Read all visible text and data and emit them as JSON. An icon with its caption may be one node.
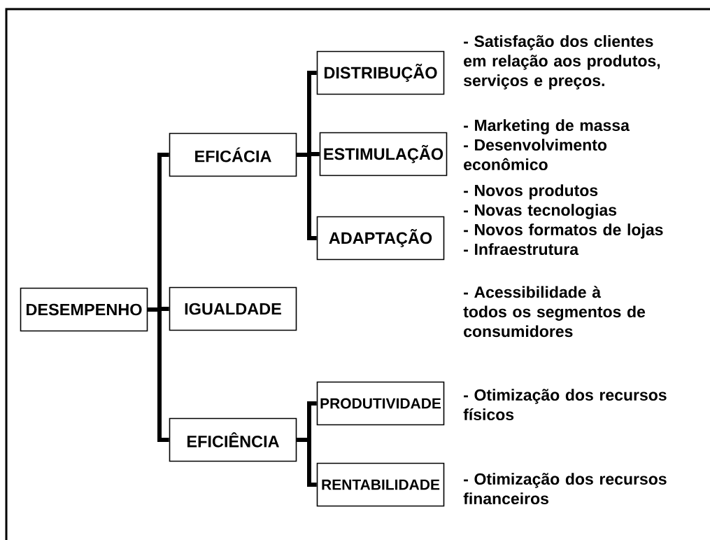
{
  "diagram": {
    "nodes": [
      {
        "text": [
          "DESEMPENHO"
        ]
      },
      {
        "text": [
          "EFICÁCIA"
        ]
      },
      {
        "text": [
          "DISTRIBUÇÃO"
        ],
        "beside": [
          "- Satisfação dos clientes em relação aos produtos, serviços e preços."
        ]
      },
      {
        "text": [
          "ESTIMULAÇÃO"
        ],
        "beside": [
          "- Marketing de massa",
          "- Desenvolvimento econômico"
        ]
      },
      {
        "text": [
          "ADAPTAÇÃO"
        ],
        "beside": [
          "- Novos produtos",
          "- Novas tecnologias",
          "- Novos formatos de lojas",
          "- Infraestrutura"
        ]
      },
      {
        "text": [
          "IGUALDADE"
        ]
      },
      {
        "text": [
          "EFICIÊNCIA"
        ]
      },
      {
        "text": [
          "PRODUTIVIDADE"
        ],
        "beside": [
          "- Otimização dos recursos físicos"
        ]
      },
      {
        "text": [
          "RENTABILIDADE"
        ],
        "beside": [
          "- Otimização dos recursos financeiros"
        ]
      }
    ],
    "edges": [
      {
        "from": 0,
        "to": 1,
        "arrow": "none"
      },
      {
        "from": 0,
        "to": 5,
        "arrow": "none"
      },
      {
        "from": 0,
        "to": 6,
        "arrow": "none"
      },
      {
        "from": 1,
        "to": 2,
        "arrow": "none"
      },
      {
        "from": 1,
        "to": 3,
        "arrow": "none"
      },
      {
        "from": 1,
        "to": 4,
        "arrow": "none"
      },
      {
        "from": 6,
        "to": 7,
        "arrow": "none"
      },
      {
        "from": 6,
        "to": 8,
        "arrow": "none"
      }
    ],
    "labels": [
      "- Acessibilidade à todos os segmentos de consumidores"
    ]
  }
}
